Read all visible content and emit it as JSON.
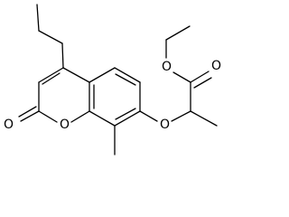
{
  "molecule": {
    "atoms": {
      "carbonyl_oxygen_left": {
        "symbol": "O"
      },
      "ring_oxygen": {
        "symbol": "O"
      },
      "ether_oxygen": {
        "symbol": "O"
      },
      "ester_oxygen": {
        "symbol": "O"
      },
      "carbonyl_oxygen_right": {
        "symbol": "O"
      }
    },
    "colors": {
      "stroke": "#000000",
      "background": "#ffffff"
    }
  }
}
